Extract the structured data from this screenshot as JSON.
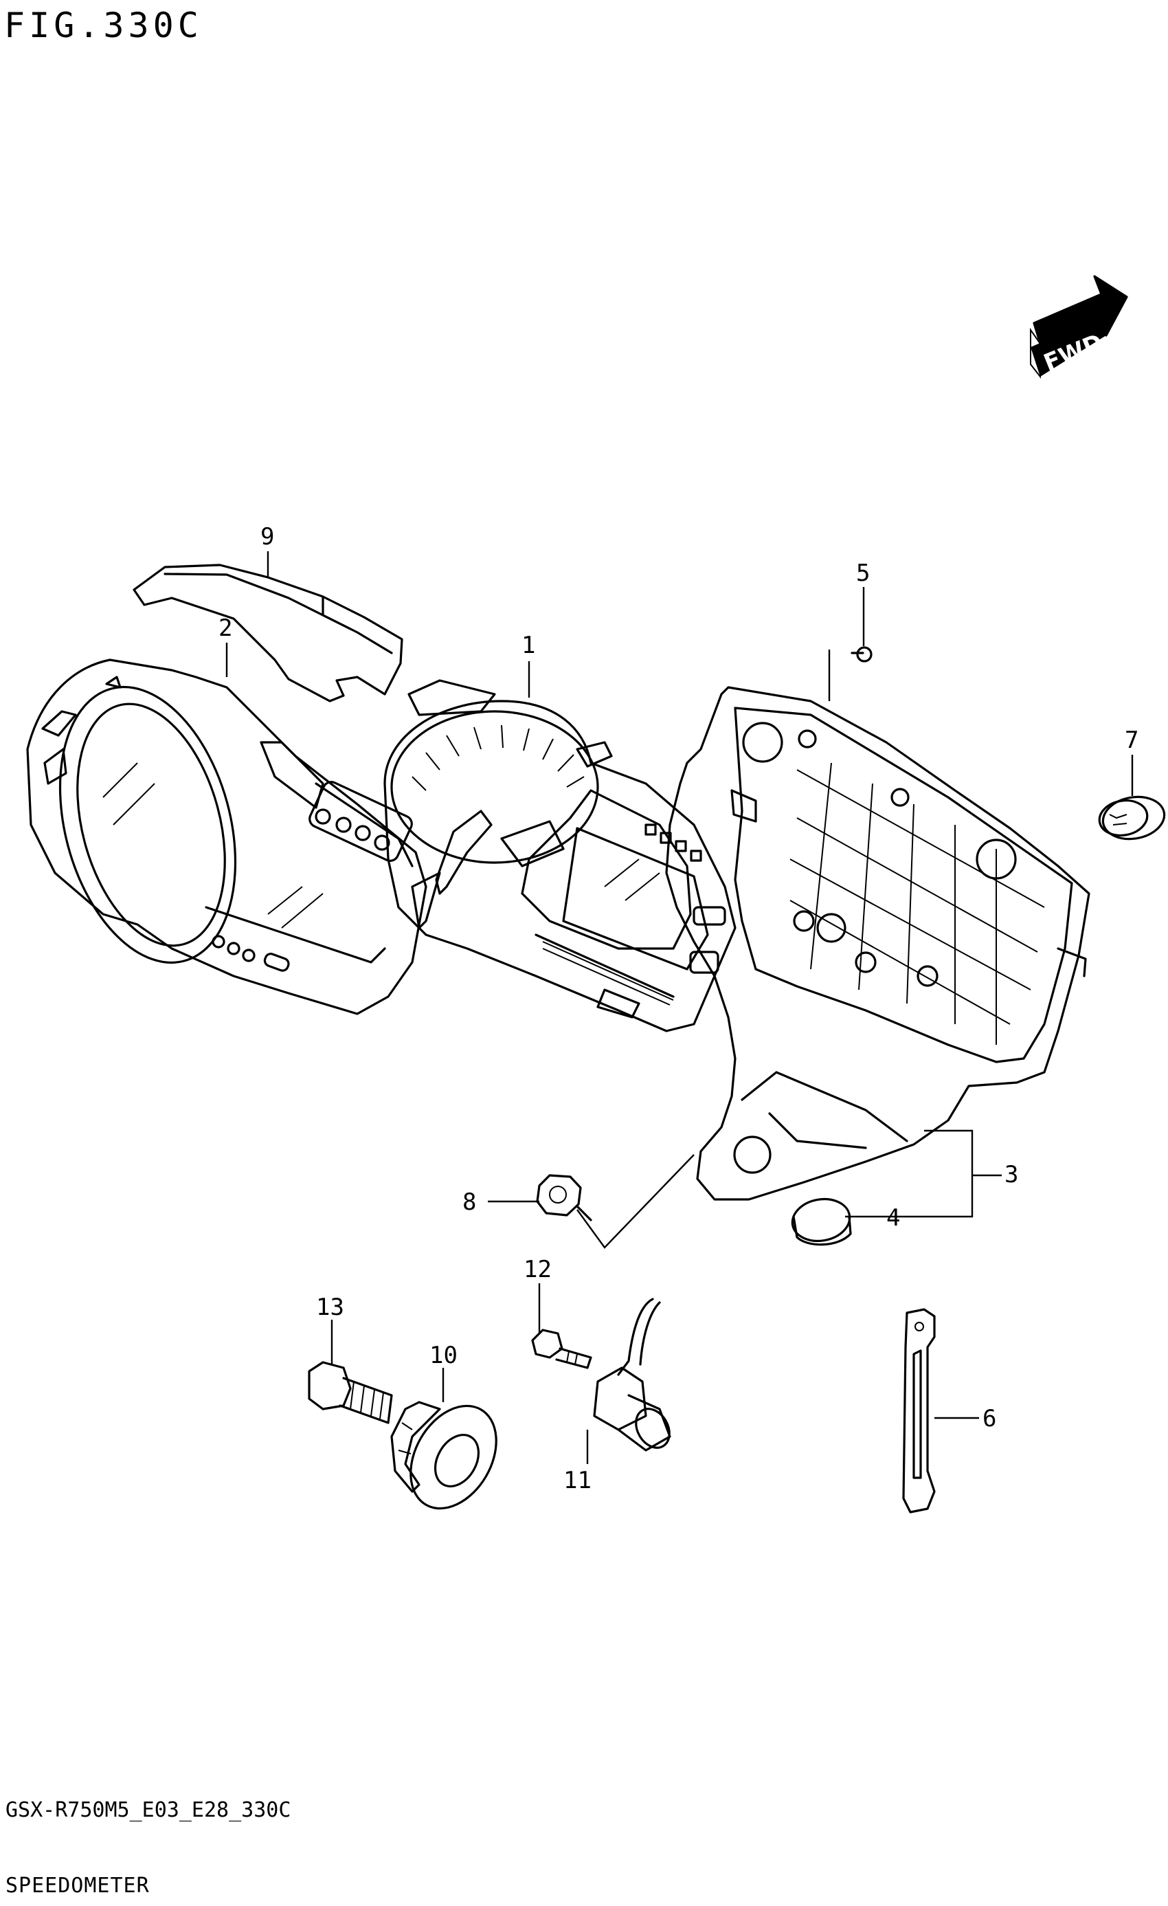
{
  "figure": {
    "title": "FIG.330C",
    "model_code": "GSX-R750M5_E03_E28_330C",
    "name": "SPEEDOMETER"
  },
  "direction_badge": {
    "label": "FWD",
    "icon": "fwd-arrow-icon"
  },
  "callouts": [
    "1",
    "2",
    "3",
    "4",
    "5",
    "6",
    "7",
    "8",
    "9",
    "10",
    "11",
    "12",
    "13"
  ]
}
